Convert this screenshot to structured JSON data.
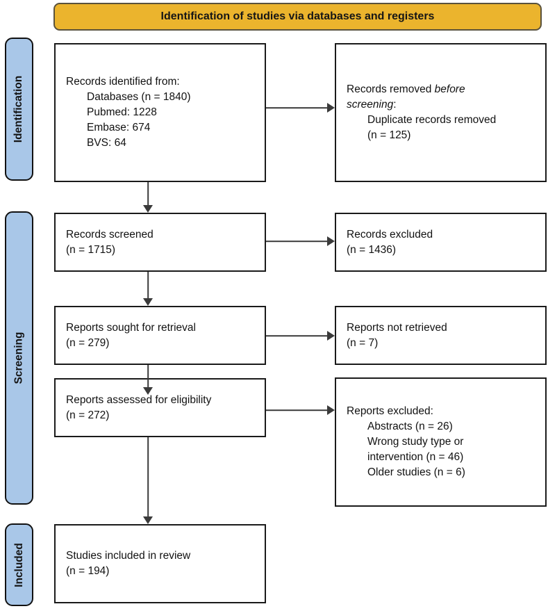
{
  "banner": {
    "title": "Identification of studies via databases and registers"
  },
  "stages": {
    "identification": "Identification",
    "screening": "Screening",
    "included": "Included"
  },
  "boxes": {
    "records_identified": {
      "line1": "Records identified from:",
      "line2": "Databases (n = 1840)",
      "line3": "Pubmed: 1228",
      "line4": "Embase: 674",
      "line5": "BVS: 64"
    },
    "records_removed": {
      "line1_normal": "Records removed ",
      "line1_italic": "before",
      "line2_italic": "screening",
      "line2_normal": ":",
      "line3": "Duplicate records removed",
      "line4": "(n = 125)"
    },
    "records_screened": {
      "line1": "Records screened",
      "line2": "(n = 1715)"
    },
    "records_excluded": {
      "line1": "Records excluded",
      "line2": "(n = 1436)"
    },
    "reports_sought": {
      "line1": "Reports sought for retrieval",
      "line2": "(n = 279)"
    },
    "reports_not_retrieved": {
      "line1": "Reports not retrieved",
      "line2": "(n = 7)"
    },
    "reports_assessed": {
      "line1": "Reports assessed for eligibility",
      "line2": "(n = 272)"
    },
    "reports_excluded": {
      "line1": "Reports excluded:",
      "line2": "Abstracts (n = 26)",
      "line3": "Wrong study type or",
      "line4": "intervention (n = 46)",
      "line5": "Older studies (n = 6)"
    },
    "studies_included": {
      "line1": "Studies included in review",
      "line2": "(n = 194)"
    }
  },
  "colors": {
    "banner-bg": "#EBB42D",
    "banner-border": "#5A523C",
    "stage-bg": "#A9C7E8",
    "stage-border": "#111111",
    "box-border": "#1A1A1A",
    "arrow": "#3A3A3A",
    "text": "#111111"
  }
}
